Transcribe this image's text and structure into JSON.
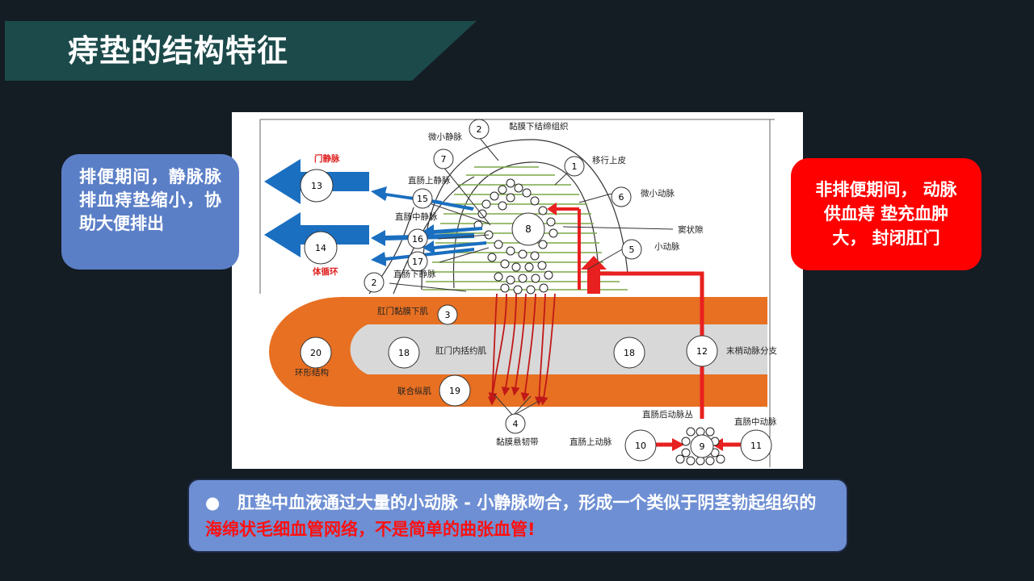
{
  "slide": {
    "title": "痔垫的结构特征",
    "left_callout": "排便期间，静脉脉排血痔垫缩小，协助大便排出",
    "right_callout": "非排便期间， 动脉供血痔 垫充血肿大， 封闭肛门",
    "note": {
      "bullet": "●",
      "text_plain": "肛垫中血液通过大量的小动脉 - 小静脉吻合，形成一个类似于阴茎勃起组织的",
      "text_emphasis": "海绵状毛细血管网络，不是简单的曲张血管!"
    }
  },
  "colors": {
    "background": "#141c24",
    "title_banner": "#1c4a4a",
    "left_callout": "#5b7fc7",
    "right_callout": "#ff0000",
    "note_box": "#6e8fd3",
    "vein_arrow": "#1a6fc0",
    "artery_arrow": "#e82020",
    "muscle": "#e87022",
    "green_fiber": "#7ca846"
  },
  "diagram": {
    "labels": {
      "portal_vein": "门静脉",
      "systemic": "体循环",
      "venule": "微小静脉",
      "submucosa": "黏膜下结缔组织",
      "epithelium": "移行上皮",
      "arteriole": "微小动脉",
      "sinusoid": "窦状隙",
      "small_artery": "小动脉",
      "superior_rectal_vein": "直肠上静脉",
      "middle_rectal_vein": "直肠中静脉",
      "inferior_rectal_vein": "直肠下静脉",
      "submucosa_muscle": "肛门黏膜下肌",
      "internal_sphincter": "肛门内括约肌",
      "terminal_artery": "末梢动脉分支",
      "ring_structure": "环形结构",
      "conjoint_muscle": "联合纵肌",
      "suspensory_ligament": "黏膜悬韧带",
      "posterior_plexus": "直肠后动脉丛",
      "superior_rectal_artery": "直肠上动脉",
      "middle_rectal_artery": "直肠中动脉"
    },
    "numbers": {
      "n1": "1",
      "n2": "2",
      "n3": "3",
      "n4": "4",
      "n5": "5",
      "n6": "6",
      "n7": "7",
      "n8": "8",
      "n9": "9",
      "n10": "10",
      "n11": "11",
      "n12": "12",
      "n13": "13",
      "n14": "14",
      "n15": "15",
      "n16": "16",
      "n17": "17",
      "n18": "18",
      "n19": "19",
      "n20": "20"
    }
  }
}
